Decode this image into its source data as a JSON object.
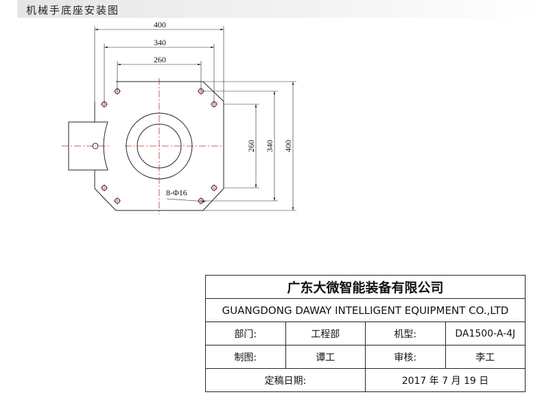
{
  "title": "机械手底座安装图",
  "drawing": {
    "dim_h_outer": "400",
    "dim_h_mid": "340",
    "dim_h_inner": "260",
    "dim_v_inner": "260",
    "dim_v_mid": "340",
    "dim_v_outer": "400",
    "hole_label": "8-Φ16",
    "colors": {
      "line": "#222222",
      "centerline": "#e02020"
    }
  },
  "titleblock": {
    "company_cn": "广东大微智能装备有限公司",
    "company_en": "GUANGDONG DAWAY INTELLIGENT EQUIPMENT CO.,LTD",
    "dept_label": "部门:",
    "dept": "工程部",
    "model_label": "机型:",
    "model": "DA1500-A-4J",
    "drawn_label": "制图:",
    "drawn": "谭工",
    "review_label": "审核:",
    "review": "李工",
    "date_label": "定稿日期:",
    "date": "2017 年 7 月 19 日"
  }
}
